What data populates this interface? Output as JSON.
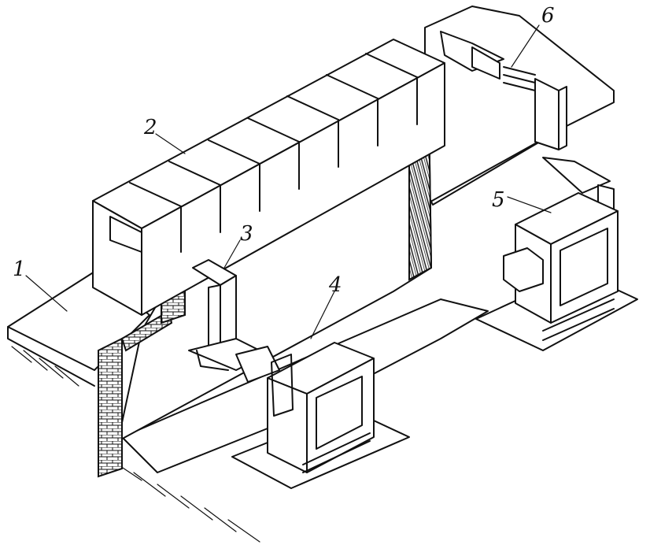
{
  "diagram": {
    "callouts": [
      {
        "id": "1",
        "text": "1"
      },
      {
        "id": "2",
        "text": "2"
      },
      {
        "id": "3",
        "text": "3"
      },
      {
        "id": "4",
        "text": "4"
      },
      {
        "id": "5",
        "text": "5"
      },
      {
        "id": "6",
        "text": "6"
      }
    ],
    "colors": {
      "ink": "#111111",
      "paper": "#ffffff"
    },
    "icons": [
      "brick-wall-icon",
      "busbar-duct-icon",
      "transformer-icon",
      "concrete-block-row-icon",
      "ground-hatch-icon"
    ]
  }
}
